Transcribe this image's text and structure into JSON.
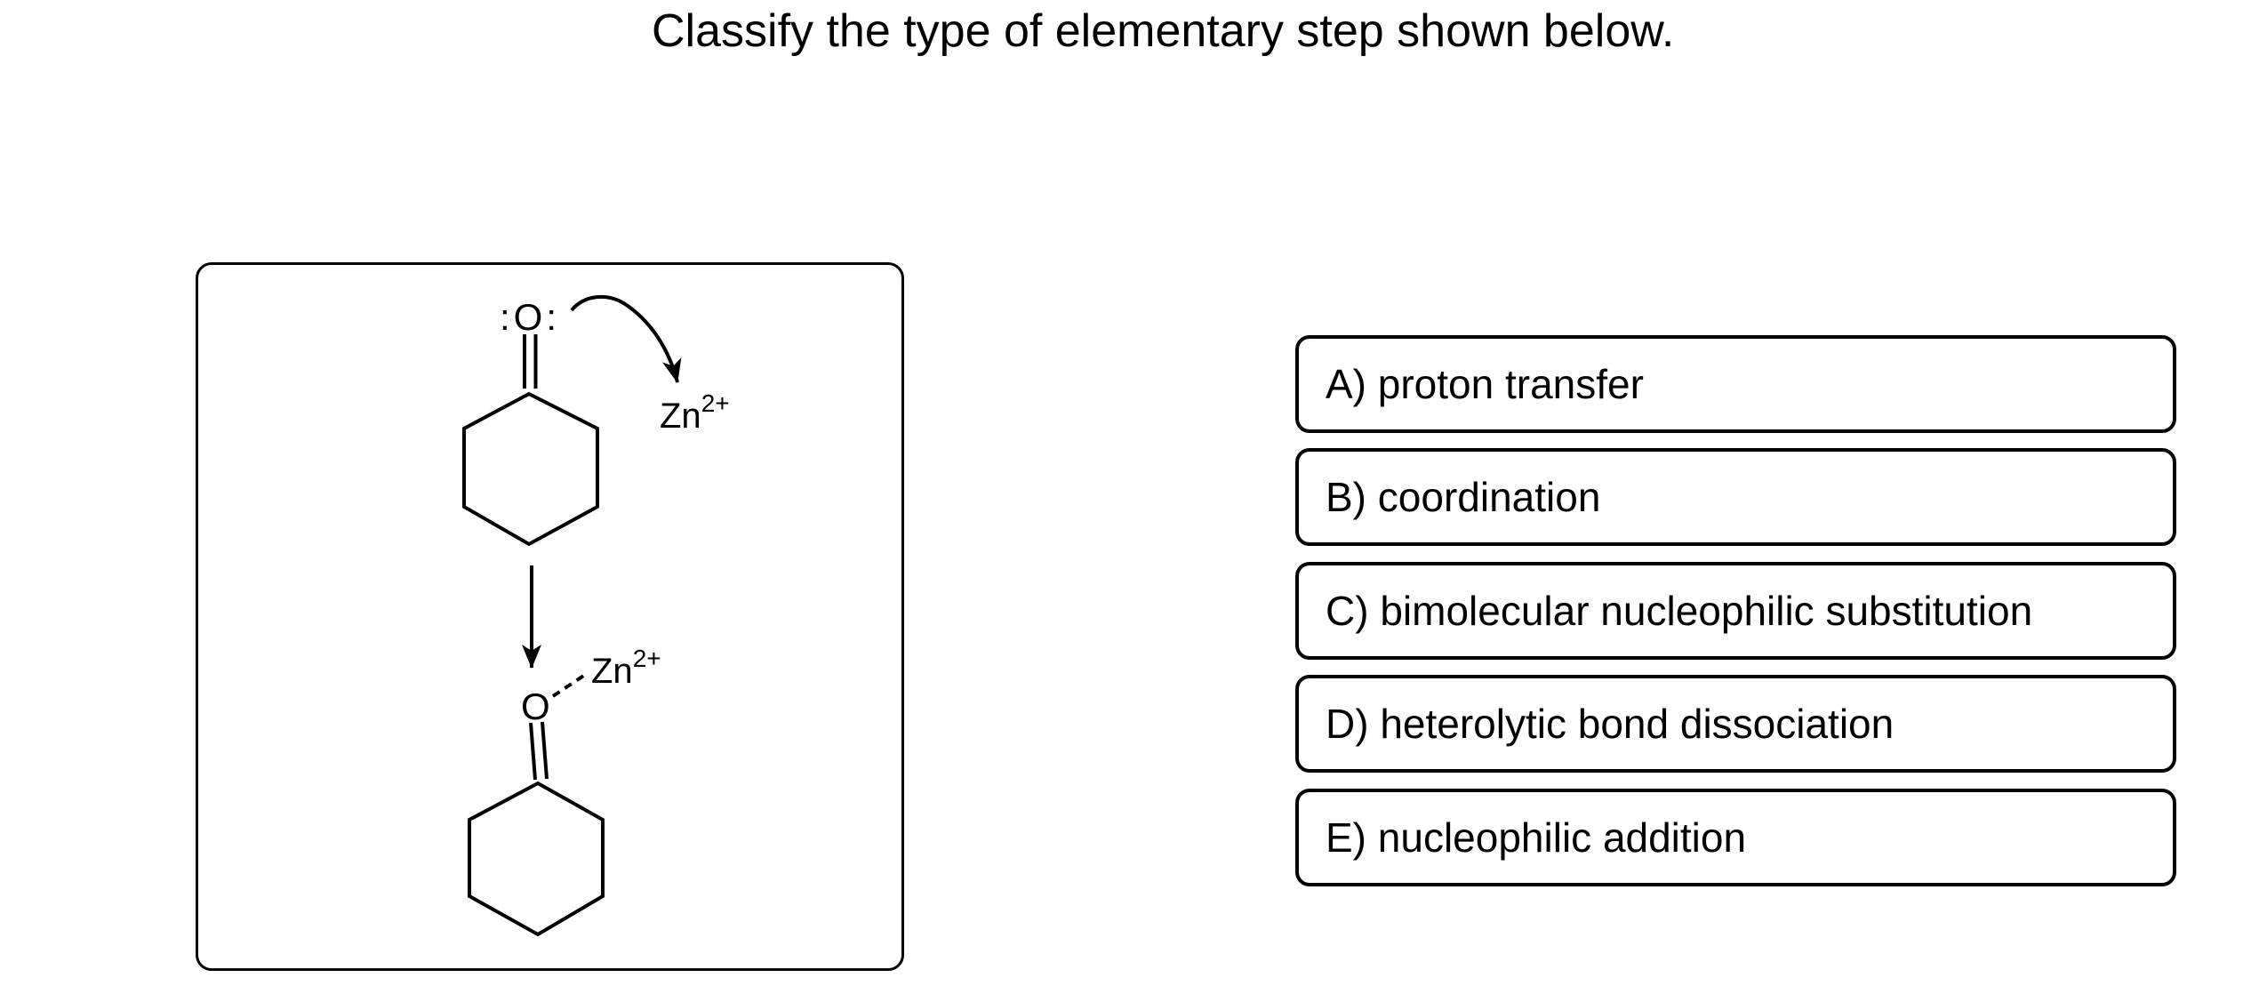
{
  "page": {
    "title": "Classify the type of elementary step shown below."
  },
  "figure": {
    "reactant": {
      "oxygen_label": ":O:",
      "metal_label": "Zn",
      "metal_charge": "2+"
    },
    "product": {
      "oxygen_label": "O",
      "metal_label": "Zn",
      "metal_charge": "2+"
    }
  },
  "options": [
    {
      "label": "A) proton transfer"
    },
    {
      "label": "B) coordination"
    },
    {
      "label": "C) bimolecular nucleophilic substitution"
    },
    {
      "label": "D) heterolytic bond dissociation"
    },
    {
      "label": "E) nucleophilic addition"
    }
  ],
  "colors": {
    "ink": "#000000",
    "background": "#ffffff"
  }
}
